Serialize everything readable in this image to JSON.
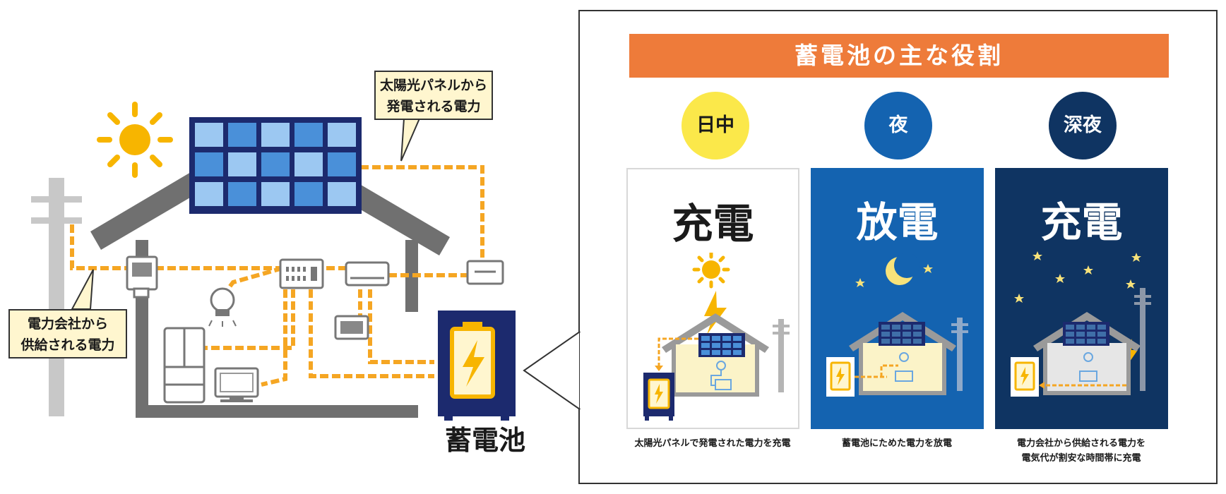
{
  "left": {
    "solar_callout": [
      "太陽光パネルから",
      "発電される電力"
    ],
    "grid_callout": [
      "電力会社から",
      "供給される電力"
    ],
    "battery_label": "蓄電池"
  },
  "right": {
    "title": "蓄電池の主な役割",
    "columns": [
      {
        "time": "日中",
        "action": "充電",
        "caption": [
          "太陽光パネルで発電された電力を充電"
        ]
      },
      {
        "time": "夜",
        "action": "放電",
        "caption": [
          "蓄電池にためた電力を放電"
        ]
      },
      {
        "time": "深夜",
        "action": "充電",
        "caption": [
          "電力会社から供給される電力を",
          "電気代が割安な時間帯に充電"
        ]
      }
    ]
  },
  "colors": {
    "accent_orange": "#ee7b3a",
    "daytime_yellow": "#fbe84a",
    "night_blue": "#1463b0",
    "midnight_navy": "#0f3462",
    "wire_orange": "#f5a623",
    "panel_navy": "#1c2a6e"
  }
}
